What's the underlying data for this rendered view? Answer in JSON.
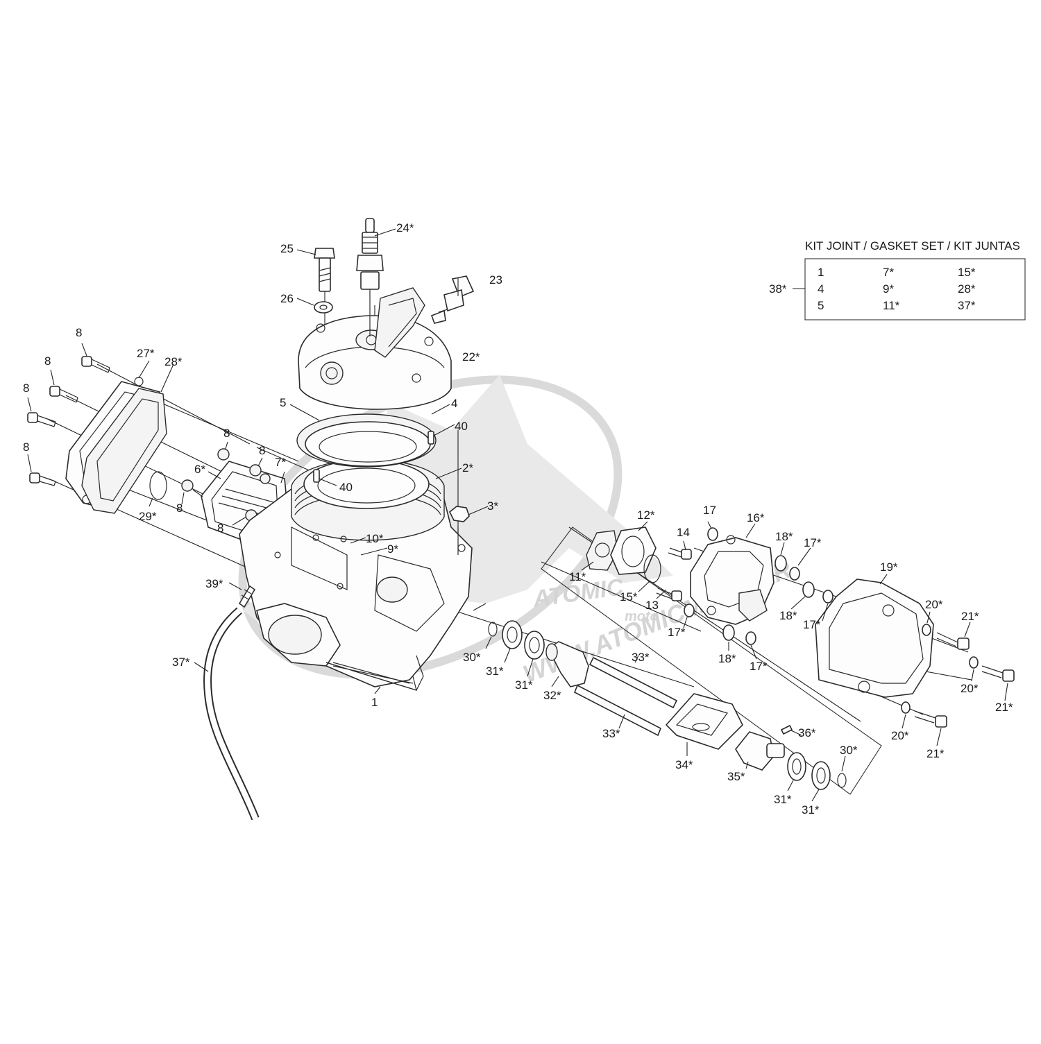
{
  "watermark": {
    "text": "WWW.ATOMICMOTO.FR",
    "logo_text": "ATOMIC",
    "logo_sub": "moto"
  },
  "kit_table": {
    "title": "KIT JOINT / GASKET SET / KIT JUNTAS",
    "ref_label": "38*",
    "rows": [
      [
        "1",
        "7*",
        "15*"
      ],
      [
        "4",
        "9*",
        "28*"
      ],
      [
        "5",
        "11*",
        "37*"
      ]
    ]
  },
  "callouts": {
    "c1": "1",
    "c2": "2*",
    "c3": "3*",
    "c4": "4",
    "c5": "5",
    "c6": "6*",
    "c7": "7*",
    "c8a": "8",
    "c8b": "8",
    "c8c": "8",
    "c8d": "8",
    "c8e": "8",
    "c8f": "8",
    "c8g": "8",
    "c8h": "8",
    "c9": "9*",
    "c10": "10*",
    "c11": "11*",
    "c12": "12*",
    "c13": "13",
    "c14": "14",
    "c15": "15*",
    "c16": "16*",
    "c17a": "17",
    "c17b": "17*",
    "c17c": "17*",
    "c17d": "17*",
    "c17e": "17*",
    "c18a": "18*",
    "c18b": "18*",
    "c18c": "18*",
    "c19": "19*",
    "c20a": "20*",
    "c20b": "20*",
    "c20c": "20*",
    "c21a": "21*",
    "c21b": "21*",
    "c21c": "21*",
    "c22": "22*",
    "c23": "23",
    "c24": "24*",
    "c25": "25",
    "c26": "26",
    "c27": "27*",
    "c28": "28*",
    "c29": "29*",
    "c30a": "30*",
    "c30b": "30*",
    "c31a": "31*",
    "c31b": "31*",
    "c31c": "31*",
    "c31d": "31*",
    "c32": "32*",
    "c33a": "33*",
    "c33b": "33*",
    "c34": "34*",
    "c35": "35*",
    "c36": "36*",
    "c37": "37*",
    "c39": "39*",
    "c40a": "40",
    "c40b": "40"
  }
}
